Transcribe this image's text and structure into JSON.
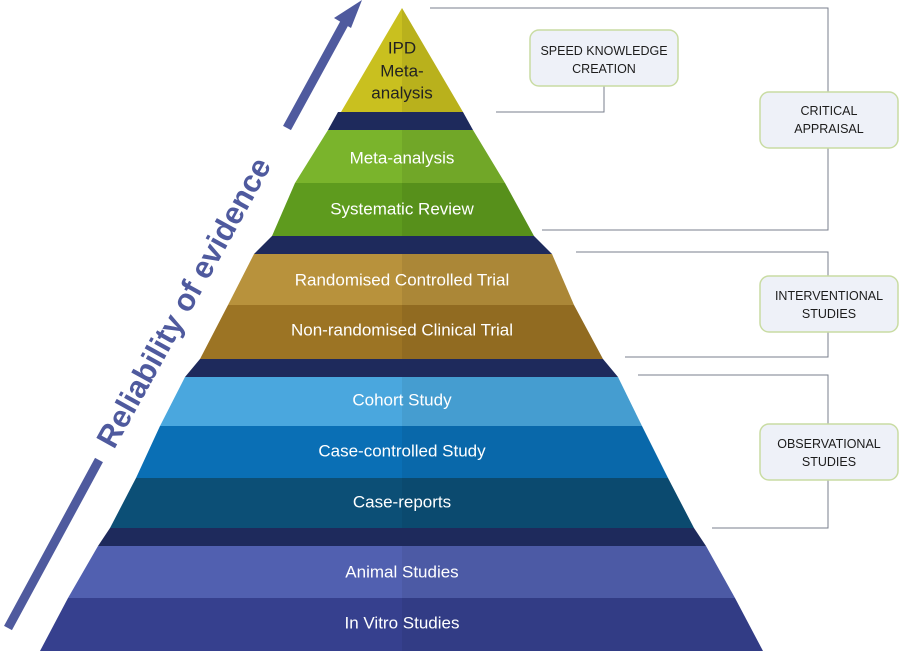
{
  "axis": {
    "label": "Reliability of evidence",
    "color": "#4f5a9e"
  },
  "apex": {
    "lines": [
      "IPD",
      "Meta-",
      "analysis"
    ],
    "color": "#c9c01f"
  },
  "levels": [
    {
      "label": "Meta-analysis",
      "color": "#7ab42c"
    },
    {
      "label": "Systematic Review",
      "color": "#5e9b1e"
    },
    {
      "label": "Randomised Controlled Trial",
      "color": "#b8923c"
    },
    {
      "label": "Non-randomised Clinical Trial",
      "color": "#9c7424"
    },
    {
      "label": "Cohort Study",
      "color": "#4aa7de"
    },
    {
      "label": "Case-controlled Study",
      "color": "#0a6fb5"
    },
    {
      "label": "Case-reports",
      "color": "#0c4f76"
    },
    {
      "label": "Animal Studies",
      "color": "#5160b0"
    },
    {
      "label": "In Vitro Studies",
      "color": "#36408e"
    }
  ],
  "callouts": {
    "speed": [
      "SPEED KNOWLEDGE",
      "CREATION"
    ],
    "critical": [
      "CRITICAL",
      "APPRAISAL"
    ],
    "interventional": [
      "INTERVENTIONAL",
      "STUDIES"
    ],
    "observational": [
      "OBSERVATIONAL",
      "STUDIES"
    ]
  }
}
